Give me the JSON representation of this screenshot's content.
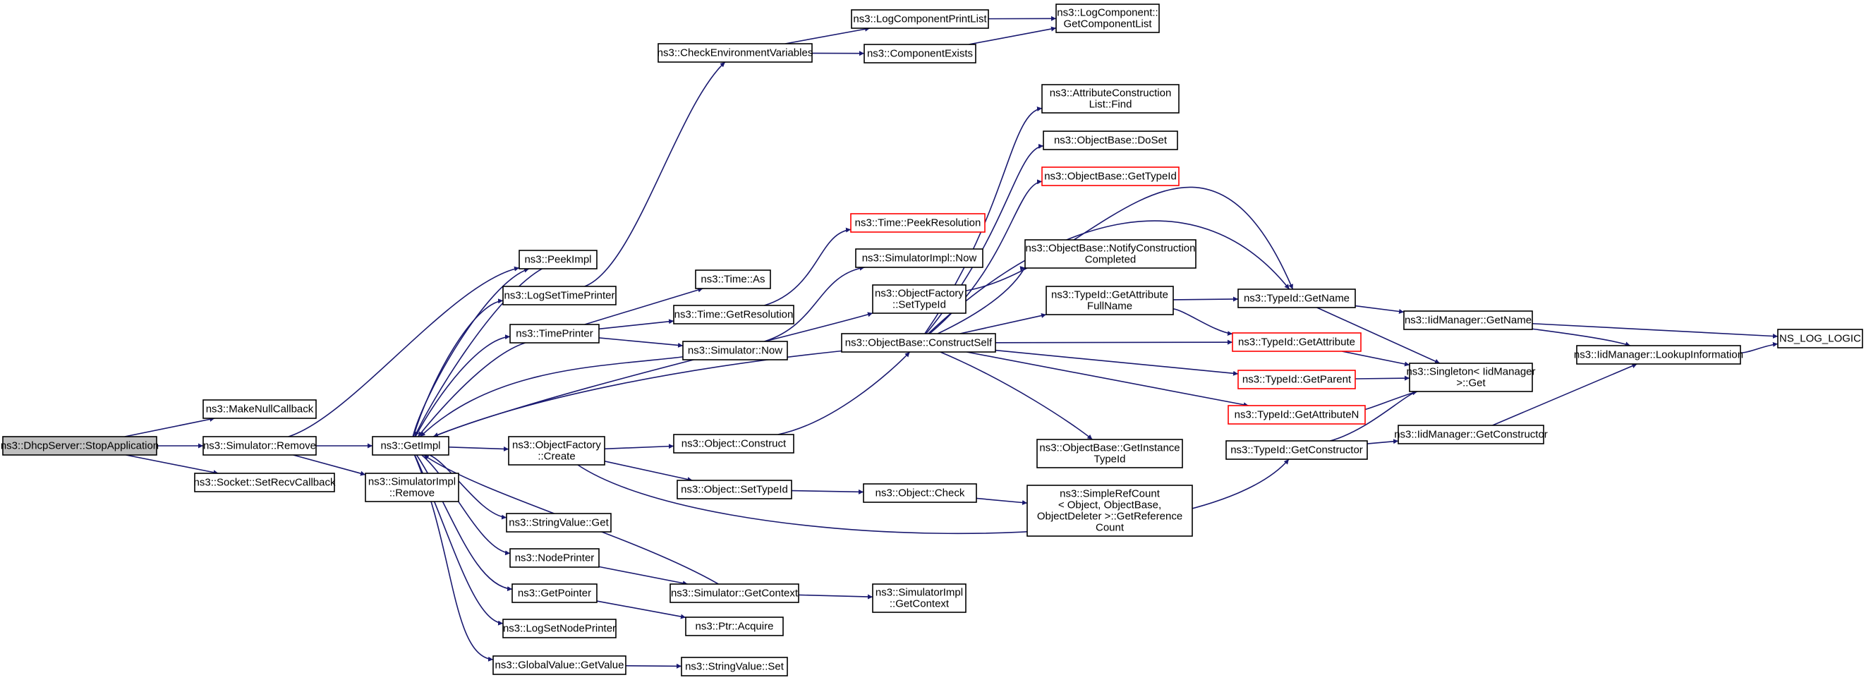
{
  "graph": {
    "colors": {
      "edge": "#191970",
      "border": "#000000",
      "truncated_border": "#ff0000",
      "root_fill": "#bfbfbf",
      "node_fill": "#ffffff"
    },
    "nodes": [
      {
        "id": "stopapp",
        "lines": [
          "ns3::DhcpServer::StopApplication"
        ],
        "root": true
      },
      {
        "id": "makenull",
        "lines": [
          "ns3::MakeNullCallback"
        ]
      },
      {
        "id": "simremove",
        "lines": [
          "ns3::Simulator::Remove"
        ]
      },
      {
        "id": "setrecv",
        "lines": [
          "ns3::Socket::SetRecvCallback"
        ]
      },
      {
        "id": "getimpl",
        "lines": [
          "ns3::GetImpl"
        ]
      },
      {
        "id": "simimplremove",
        "lines": [
          "ns3::SimulatorImpl",
          "::Remove"
        ]
      },
      {
        "id": "peekimpl",
        "lines": [
          "ns3::PeekImpl"
        ]
      },
      {
        "id": "logsettime",
        "lines": [
          "ns3::LogSetTimePrinter"
        ]
      },
      {
        "id": "timeprinter",
        "lines": [
          "ns3::TimePrinter"
        ]
      },
      {
        "id": "objfactcreate",
        "lines": [
          "ns3::ObjectFactory",
          "::Create"
        ]
      },
      {
        "id": "stringget",
        "lines": [
          "ns3::StringValue::Get"
        ]
      },
      {
        "id": "nodeprinter",
        "lines": [
          "ns3::NodePrinter"
        ]
      },
      {
        "id": "getpointer",
        "lines": [
          "ns3::GetPointer"
        ]
      },
      {
        "id": "logsetnode",
        "lines": [
          "ns3::LogSetNodePrinter"
        ]
      },
      {
        "id": "globalget",
        "lines": [
          "ns3::GlobalValue::GetValue"
        ]
      },
      {
        "id": "checkenv",
        "lines": [
          "ns3::CheckEnvironmentVariables"
        ]
      },
      {
        "id": "timeas",
        "lines": [
          "ns3::Time::As"
        ]
      },
      {
        "id": "timegetres",
        "lines": [
          "ns3::Time::GetResolution"
        ]
      },
      {
        "id": "simnow",
        "lines": [
          "ns3::Simulator::Now"
        ]
      },
      {
        "id": "objconstruct",
        "lines": [
          "ns3::Object::Construct"
        ]
      },
      {
        "id": "objsettypeid",
        "lines": [
          "ns3::Object::SetTypeId"
        ]
      },
      {
        "id": "simgetctx",
        "lines": [
          "ns3::Simulator::GetContext"
        ]
      },
      {
        "id": "ptracquire",
        "lines": [
          "ns3::Ptr::Acquire"
        ]
      },
      {
        "id": "stringset",
        "lines": [
          "ns3::StringValue::Set"
        ]
      },
      {
        "id": "logprintlist",
        "lines": [
          "ns3::LogComponentPrintList"
        ]
      },
      {
        "id": "compexists",
        "lines": [
          "ns3::ComponentExists"
        ]
      },
      {
        "id": "peekres",
        "lines": [
          "ns3::Time::PeekResolution"
        ],
        "truncated": true
      },
      {
        "id": "simimplnow",
        "lines": [
          "ns3::SimulatorImpl::Now"
        ]
      },
      {
        "id": "objfactsettid",
        "lines": [
          "ns3::ObjectFactory",
          "::SetTypeId"
        ]
      },
      {
        "id": "constructself",
        "lines": [
          "ns3::ObjectBase::ConstructSelf"
        ]
      },
      {
        "id": "objcheck",
        "lines": [
          "ns3::Object::Check"
        ]
      },
      {
        "id": "simimplgetctx",
        "lines": [
          "ns3::SimulatorImpl",
          "::GetContext"
        ]
      },
      {
        "id": "logcomplist",
        "lines": [
          "ns3::LogComponent::",
          "GetComponentList"
        ]
      },
      {
        "id": "attrfind",
        "lines": [
          "ns3::AttributeConstruction",
          "List::Find"
        ]
      },
      {
        "id": "doset",
        "lines": [
          "ns3::ObjectBase::DoSet"
        ]
      },
      {
        "id": "obgettypeid",
        "lines": [
          "ns3::ObjectBase::GetTypeId"
        ],
        "truncated": true
      },
      {
        "id": "notifyconst",
        "lines": [
          "ns3::ObjectBase::NotifyConstruction",
          "Completed"
        ]
      },
      {
        "id": "getattrfull",
        "lines": [
          "ns3::TypeId::GetAttribute",
          "FullName"
        ]
      },
      {
        "id": "getinsttid",
        "lines": [
          "ns3::ObjectBase::GetInstance",
          "TypeId"
        ]
      },
      {
        "id": "simplerefcount",
        "lines": [
          "ns3::SimpleRefCount",
          "< Object, ObjectBase,",
          "ObjectDeleter >::GetReference",
          "Count"
        ]
      },
      {
        "id": "tidgetname",
        "lines": [
          "ns3::TypeId::GetName"
        ]
      },
      {
        "id": "tidgetattr",
        "lines": [
          "ns3::TypeId::GetAttribute"
        ],
        "truncated": true
      },
      {
        "id": "tidgetparent",
        "lines": [
          "ns3::TypeId::GetParent"
        ],
        "truncated": true
      },
      {
        "id": "tidgetattrn",
        "lines": [
          "ns3::TypeId::GetAttributeN"
        ],
        "truncated": true
      },
      {
        "id": "tidgetctor",
        "lines": [
          "ns3::TypeId::GetConstructor"
        ]
      },
      {
        "id": "iidgetname",
        "lines": [
          "ns3::IidManager::GetName"
        ]
      },
      {
        "id": "singletonget",
        "lines": [
          "ns3::Singleton< IidManager",
          ">::Get"
        ]
      },
      {
        "id": "iidgetctor",
        "lines": [
          "ns3::IidManager::GetConstructor"
        ]
      },
      {
        "id": "lookupinfo",
        "lines": [
          "ns3::IidManager::LookupInformation"
        ]
      },
      {
        "id": "nslog",
        "lines": [
          "NS_LOG_LOGIC"
        ]
      }
    ],
    "edges": [
      [
        "stopapp",
        "makenull"
      ],
      [
        "stopapp",
        "simremove"
      ],
      [
        "stopapp",
        "setrecv"
      ],
      [
        "simremove",
        "peekimpl"
      ],
      [
        "simremove",
        "getimpl"
      ],
      [
        "simremove",
        "simimplremove"
      ],
      [
        "getimpl",
        "peekimpl"
      ],
      [
        "getimpl",
        "logsettime"
      ],
      [
        "getimpl",
        "timeprinter"
      ],
      [
        "getimpl",
        "objfactcreate"
      ],
      [
        "getimpl",
        "stringget"
      ],
      [
        "getimpl",
        "nodeprinter"
      ],
      [
        "getimpl",
        "getpointer"
      ],
      [
        "getimpl",
        "logsetnode"
      ],
      [
        "getimpl",
        "globalget"
      ],
      [
        "getimpl",
        "objfactsettid"
      ],
      [
        "peekimpl",
        "getimpl"
      ],
      [
        "timeprinter",
        "getimpl"
      ],
      [
        "simnow",
        "getimpl"
      ],
      [
        "constructself",
        "getimpl"
      ],
      [
        "simgetctx",
        "getimpl"
      ],
      [
        "logsettime",
        "checkenv"
      ],
      [
        "checkenv",
        "logprintlist"
      ],
      [
        "checkenv",
        "compexists"
      ],
      [
        "logprintlist",
        "logcomplist"
      ],
      [
        "compexists",
        "logcomplist"
      ],
      [
        "timeprinter",
        "timeas"
      ],
      [
        "timeprinter",
        "timegetres"
      ],
      [
        "timeprinter",
        "simnow"
      ],
      [
        "timegetres",
        "peekres"
      ],
      [
        "simnow",
        "simimplnow"
      ],
      [
        "objfactcreate",
        "objconstruct"
      ],
      [
        "objfactcreate",
        "objsettypeid"
      ],
      [
        "objfactcreate",
        "tidgetctor"
      ],
      [
        "objconstruct",
        "constructself"
      ],
      [
        "objfactsettid",
        "tidgetname"
      ],
      [
        "objsettypeid",
        "objcheck"
      ],
      [
        "objcheck",
        "simplerefcount"
      ],
      [
        "nodeprinter",
        "simgetctx"
      ],
      [
        "simgetctx",
        "simimplgetctx"
      ],
      [
        "getpointer",
        "ptracquire"
      ],
      [
        "globalget",
        "stringset"
      ],
      [
        "constructself",
        "attrfind"
      ],
      [
        "constructself",
        "doset"
      ],
      [
        "constructself",
        "obgettypeid"
      ],
      [
        "constructself",
        "notifyconst"
      ],
      [
        "constructself",
        "getattrfull"
      ],
      [
        "constructself",
        "getinsttid"
      ],
      [
        "constructself",
        "tidgetname"
      ],
      [
        "constructself",
        "tidgetattr"
      ],
      [
        "constructself",
        "tidgetparent"
      ],
      [
        "constructself",
        "tidgetattrn"
      ],
      [
        "getattrfull",
        "tidgetname"
      ],
      [
        "getattrfull",
        "tidgetattr"
      ],
      [
        "tidgetname",
        "iidgetname"
      ],
      [
        "tidgetname",
        "singletonget"
      ],
      [
        "tidgetattr",
        "singletonget"
      ],
      [
        "tidgetparent",
        "singletonget"
      ],
      [
        "tidgetattrn",
        "singletonget"
      ],
      [
        "tidgetctor",
        "singletonget"
      ],
      [
        "tidgetctor",
        "iidgetctor"
      ],
      [
        "iidgetname",
        "nslog"
      ],
      [
        "iidgetname",
        "lookupinfo"
      ],
      [
        "iidgetctor",
        "lookupinfo"
      ],
      [
        "lookupinfo",
        "nslog"
      ]
    ]
  }
}
